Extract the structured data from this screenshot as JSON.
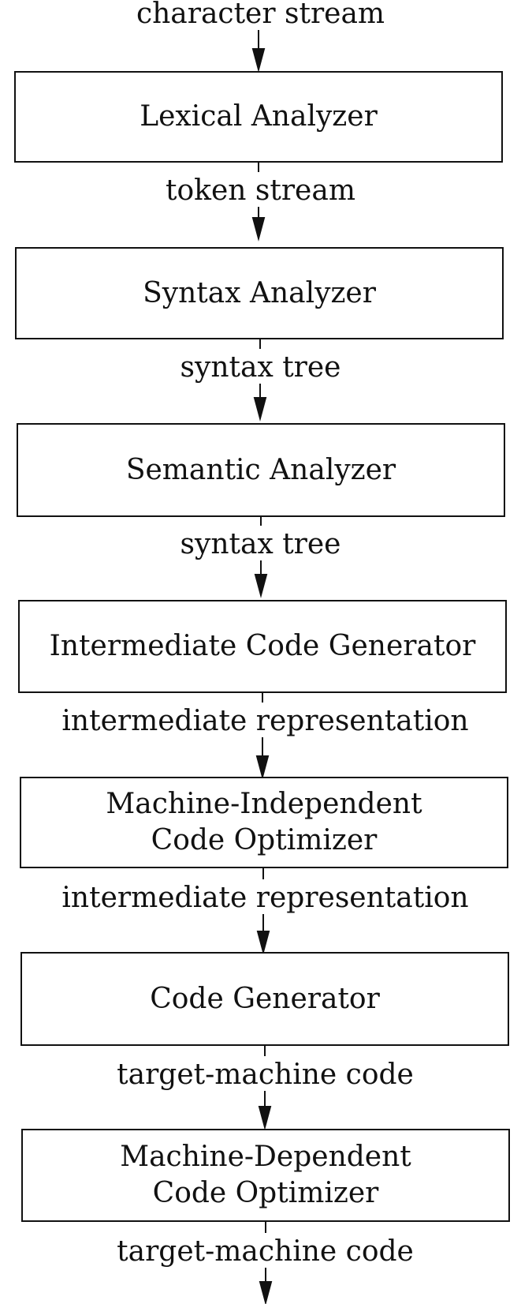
{
  "edges": {
    "e0": "character stream",
    "e1": "token stream",
    "e2": "syntax tree",
    "e3": "syntax tree",
    "e4": "intermediate representation",
    "e5": "intermediate representation",
    "e6": "target-machine code",
    "e7": "target-machine code"
  },
  "phases": {
    "lexical": {
      "line1": "Lexical Analyzer"
    },
    "syntax": {
      "line1": "Syntax Analyzer"
    },
    "semantic": {
      "line1": "Semantic Analyzer"
    },
    "icg": {
      "line1": "Intermediate Code Generator"
    },
    "mio": {
      "line1": "Machine-Independent",
      "line2": "Code Optimizer"
    },
    "cg": {
      "line1": "Code Generator"
    },
    "mdo": {
      "line1": "Machine-Dependent",
      "line2": "Code Optimizer"
    }
  },
  "colors": {
    "stroke": "#111111",
    "background": "#ffffff"
  }
}
